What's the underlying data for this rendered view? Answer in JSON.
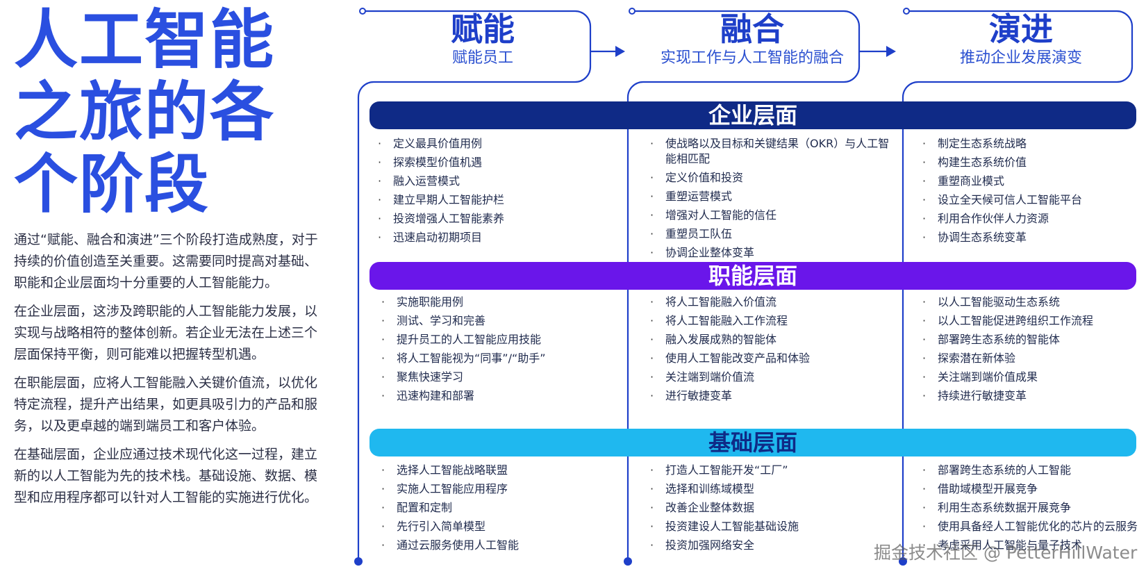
{
  "title": {
    "lines": [
      "人工智能",
      "之旅的各",
      "个阶段"
    ]
  },
  "intro": [
    "通过“赋能、融合和演进”三个阶段打造成熟度，对于持续的价值创造至关重要。这需要同时提高对基础、职能和企业层面均十分重要的人工智能能力。",
    "在企业层面，这涉及跨职能的人工智能能力发展，以实现与战略相符的整体创新。若企业无法在上述三个层面保持平衡，则可能难以把握转型机遇。",
    "在职能层面，应将人工智能融入关键价值流，以优化特定流程，提升产出结果，如更具吸引力的产品和服务，以及更卓越的端到端员工和客户体验。",
    "在基础层面，企业应通过技术现代化这一过程，建立新的以人工智能为先的技术栈。基础设施、数据、模型和应用程序都可以针对人工智能的实施进行优化。"
  ],
  "phases": [
    {
      "title": "赋能",
      "subtitle": "赋能员工"
    },
    {
      "title": "融合",
      "subtitle": "实现工作与人工智能的融合"
    },
    {
      "title": "演进",
      "subtitle": "推动企业发展演变"
    }
  ],
  "bands": {
    "enterprise": "企业层面",
    "function": "职能层面",
    "foundation": "基础层面"
  },
  "enterprise": [
    [
      "定义最具价值用例",
      "探索模型价值机遇",
      "融入运营模式",
      "建立早期人工智能护栏",
      "投资增强人工智能素养",
      "迅速启动初期项目"
    ],
    [
      "使战略以及目标和关键结果（OKR）与人工智能相匹配",
      "定义价值和投资",
      "重塑运营模式",
      "增强对人工智能的信任",
      "重塑员工队伍",
      "协调企业整体变革"
    ],
    [
      "制定生态系统战略",
      "构建生态系统价值",
      "重塑商业模式",
      "设立全天候可信人工智能平台",
      "利用合作伙伴人力资源",
      "协调生态系统变革"
    ]
  ],
  "function": [
    [
      "实施职能用例",
      "测试、学习和完善",
      "提升员工的人工智能应用技能",
      "将人工智能视为“同事”/“助手”",
      "聚焦快速学习",
      "迅速构建和部署"
    ],
    [
      "将人工智能融入价值流",
      "将人工智能融入工作流程",
      "融入发展成熟的智能体",
      "使用人工智能改变产品和体验",
      "关注端到端价值流",
      "进行敏捷变革"
    ],
    [
      "以人工智能驱动生态系统",
      "以人工智能促进跨组织工作流程",
      "部署跨生态系统的智能体",
      "探索潜在新体验",
      "关注端到端价值成果",
      "持续进行敏捷变革"
    ]
  ],
  "foundation": [
    [
      "选择人工智能战略联盟",
      "实施人工智能应用程序",
      "配置和定制",
      "先行引入简单模型",
      "通过云服务使用人工智能"
    ],
    [
      "打造人工智能开发“工厂”",
      "选择和训练域模型",
      "改善企业整体数据",
      "投资建设人工智能基础设施",
      "投资加强网络安全"
    ],
    [
      "部署跨生态系统的人工智能",
      "借助域模型开展竞争",
      "利用生态系统数据开展竞争",
      "使用具备经人工智能优化的芯片的云服务",
      "考虑采用人工智能与量子技术"
    ]
  ],
  "watermark": "掘金技术社区 @ PetterHillWater",
  "colors": {
    "title_blue": "#2a4fe0",
    "enterprise": "#0f2a86",
    "function": "#6a16ea",
    "foundation": "#1fb8ef"
  }
}
